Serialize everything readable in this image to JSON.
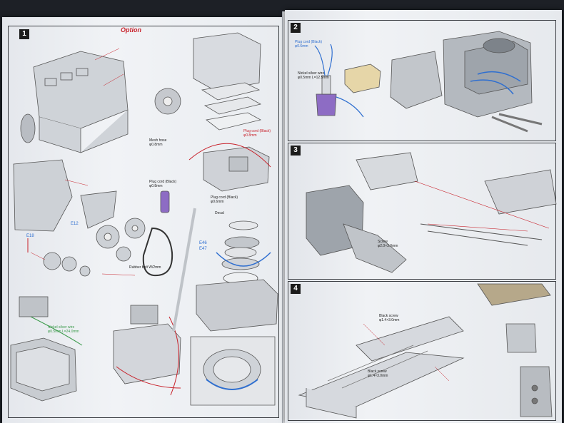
{
  "steps": [
    {
      "number": "1",
      "option_label": "Option"
    },
    {
      "number": "2"
    },
    {
      "number": "3"
    },
    {
      "number": "4"
    }
  ],
  "labels": {
    "mesh_hose": "Mesh hose",
    "mesh_hose_size": "φ0.8mm",
    "plug_cord_black_1": "Plug cord (Black)",
    "plug_cord_black_size_1": "φ0.8mm",
    "plug_cord_black_2": "Plug cord (Black)",
    "plug_cord_black_size_2": "φ0.8mm",
    "plug_cord_black_3": "Plug cord (Black)",
    "plug_cord_black_size_3": "φ0.6mm",
    "decal": "Decal",
    "rubber_belt": "Rubber belt W/2mm",
    "nickel_silver_wire_left": "Nickel silver wire",
    "nickel_silver_wire_left_size": "φ0.5mm L=24.0mm",
    "plug_cord_black_right": "Plug cord (Black)",
    "plug_cord_black_right_size": "φ0.6mm",
    "nickel_silver_wire_right": "Nickel silver wire",
    "nickel_silver_wire_right_size": "φ0.5mm L=12.5mm",
    "screw": "Screw",
    "screw_size": "φ2.0×3.0mm",
    "black_screw_1": "Black screw",
    "black_screw_size_1": "φ1.4×3.0mm",
    "black_screw_2": "Black screw",
    "black_screw_size_2": "φ1.4×3.0mm",
    "e46": "E46",
    "e47": "E47",
    "e12": "E12",
    "e18": "E18"
  },
  "colors": {
    "page": "#eef0f3",
    "ink": "#3c3f44",
    "callout_red": "#c8212a",
    "wire_blue": "#2f6fd0",
    "badge": "#1b1b1b",
    "highlight_yellow": "#e7c64b",
    "highlight_purple": "#8d6cc4",
    "background": "#1d2026"
  }
}
